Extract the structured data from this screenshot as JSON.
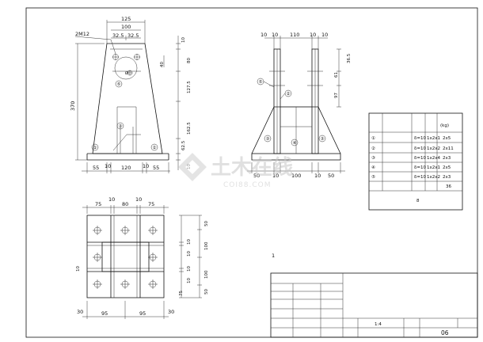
{
  "elevation": {
    "top_dims": [
      "125",
      "100",
      "32.5",
      "32.5",
      "10"
    ],
    "bolt_label": "2M12",
    "right_dims": [
      "40",
      "80",
      "127.5",
      "162.5",
      "62.5",
      "10"
    ],
    "left_dim": "370",
    "bottom_dims": [
      "55",
      "10",
      "120",
      "10",
      "55"
    ],
    "parts": [
      "①",
      "②",
      "③",
      "④",
      "⑤"
    ]
  },
  "side_view": {
    "top_dims": [
      "10",
      "10",
      "110",
      "10",
      "10"
    ],
    "right_dims": [
      "36.5",
      "61",
      "97"
    ],
    "bottom_dims": [
      "50",
      "10",
      "100",
      "10",
      "50"
    ],
    "parts": [
      "②",
      "③",
      "④",
      "③",
      "⑤"
    ]
  },
  "plan": {
    "top_dims": [
      "75",
      "10",
      "80",
      "10",
      "75"
    ],
    "right_dims_outer": [
      "50",
      "100",
      "100",
      "50"
    ],
    "right_dims_inner": [
      "10",
      "10",
      "10",
      "10",
      "75"
    ],
    "bottom_dims": [
      "30",
      "95",
      "95",
      "30"
    ],
    "left_dim": "10"
  },
  "note_label": "1",
  "material_table": {
    "header_unit": "(kg)",
    "rows": [
      {
        "no": "①",
        "spec": "δ=10",
        "qty": "1x2x1",
        "weight": "2x5"
      },
      {
        "no": "②",
        "spec": "δ=10",
        "qty": "1x2x2",
        "weight": "2x11"
      },
      {
        "no": "③",
        "spec": "δ=10",
        "qty": "1x2x4",
        "weight": "2x3"
      },
      {
        "no": "④",
        "spec": "δ=10",
        "qty": "1x2x1",
        "weight": "2x5"
      },
      {
        "no": "⑤",
        "spec": "δ=10",
        "qty": "1x2x2",
        "weight": "2x3"
      }
    ],
    "total": "36",
    "footer": "8"
  },
  "title_block": {
    "scale": "1:4",
    "sheet": "06"
  },
  "watermark": {
    "text": "土木在线",
    "url": "COI88.COM"
  }
}
